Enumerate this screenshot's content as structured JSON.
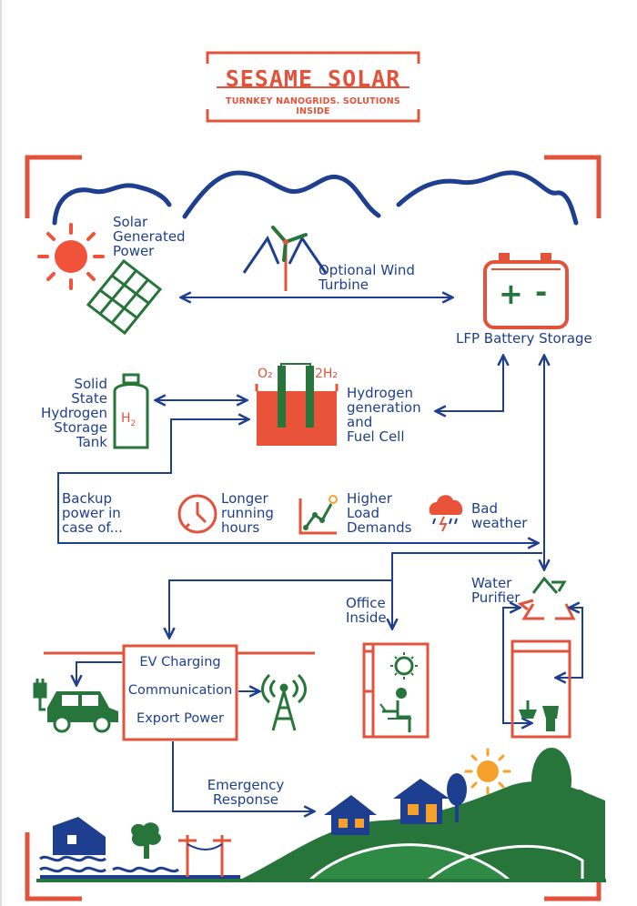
{
  "brand": {
    "name": "SESAME SOLAR",
    "tagline": "TURNKEY NANOGRIDS. SOLUTIONS INSIDE"
  },
  "labels": {
    "solar": [
      "Solar",
      "Generated",
      "Power"
    ],
    "wind": [
      "Optional Wind",
      "Turbine"
    ],
    "battery": "LFP Battery Storage",
    "h2_tank": [
      "Solid",
      "State",
      "Hydrogen",
      "Storage",
      "Tank"
    ],
    "h2_tank_symbol": "H",
    "h2_tank_subscript": "2",
    "fuel_cell": [
      "Hydrogen",
      "generation",
      "and",
      "Fuel Cell"
    ],
    "o2": "O₂",
    "h2": "2H₂",
    "backup": [
      "Backup",
      "power in",
      "case of..."
    ],
    "longer": [
      "Longer",
      "running",
      "hours"
    ],
    "higher": [
      "Higher",
      "Load",
      "Demands"
    ],
    "bad_weather": [
      "Bad",
      "weather"
    ],
    "water_purifier": [
      "Water",
      "Purifier"
    ],
    "office": [
      "Office",
      "Inside"
    ],
    "ev_charging": "EV Charging",
    "communication": "Communication",
    "export_power": "Export Power",
    "emergency": [
      "Emergency",
      "Response"
    ],
    "battery_plus": "+",
    "battery_minus": "-"
  },
  "colors": {
    "red": "#e2533c",
    "blue": "#1e3f8f",
    "green": "#27753a",
    "orange": "#f5a12b"
  },
  "icons": [
    "sun-icon",
    "solar-panel-icon",
    "wind-turbine-icon",
    "battery-icon",
    "hydrogen-tank-icon",
    "fuel-cell-icon",
    "clock-icon",
    "load-chart-icon",
    "storm-cloud-icon",
    "recycle-icon",
    "ev-plug-icon",
    "car-icon",
    "radio-tower-icon",
    "office-worker-icon",
    "sink-toilet-icon",
    "flooded-house-icon",
    "tree-icon",
    "power-pole-icon",
    "house-icon"
  ]
}
